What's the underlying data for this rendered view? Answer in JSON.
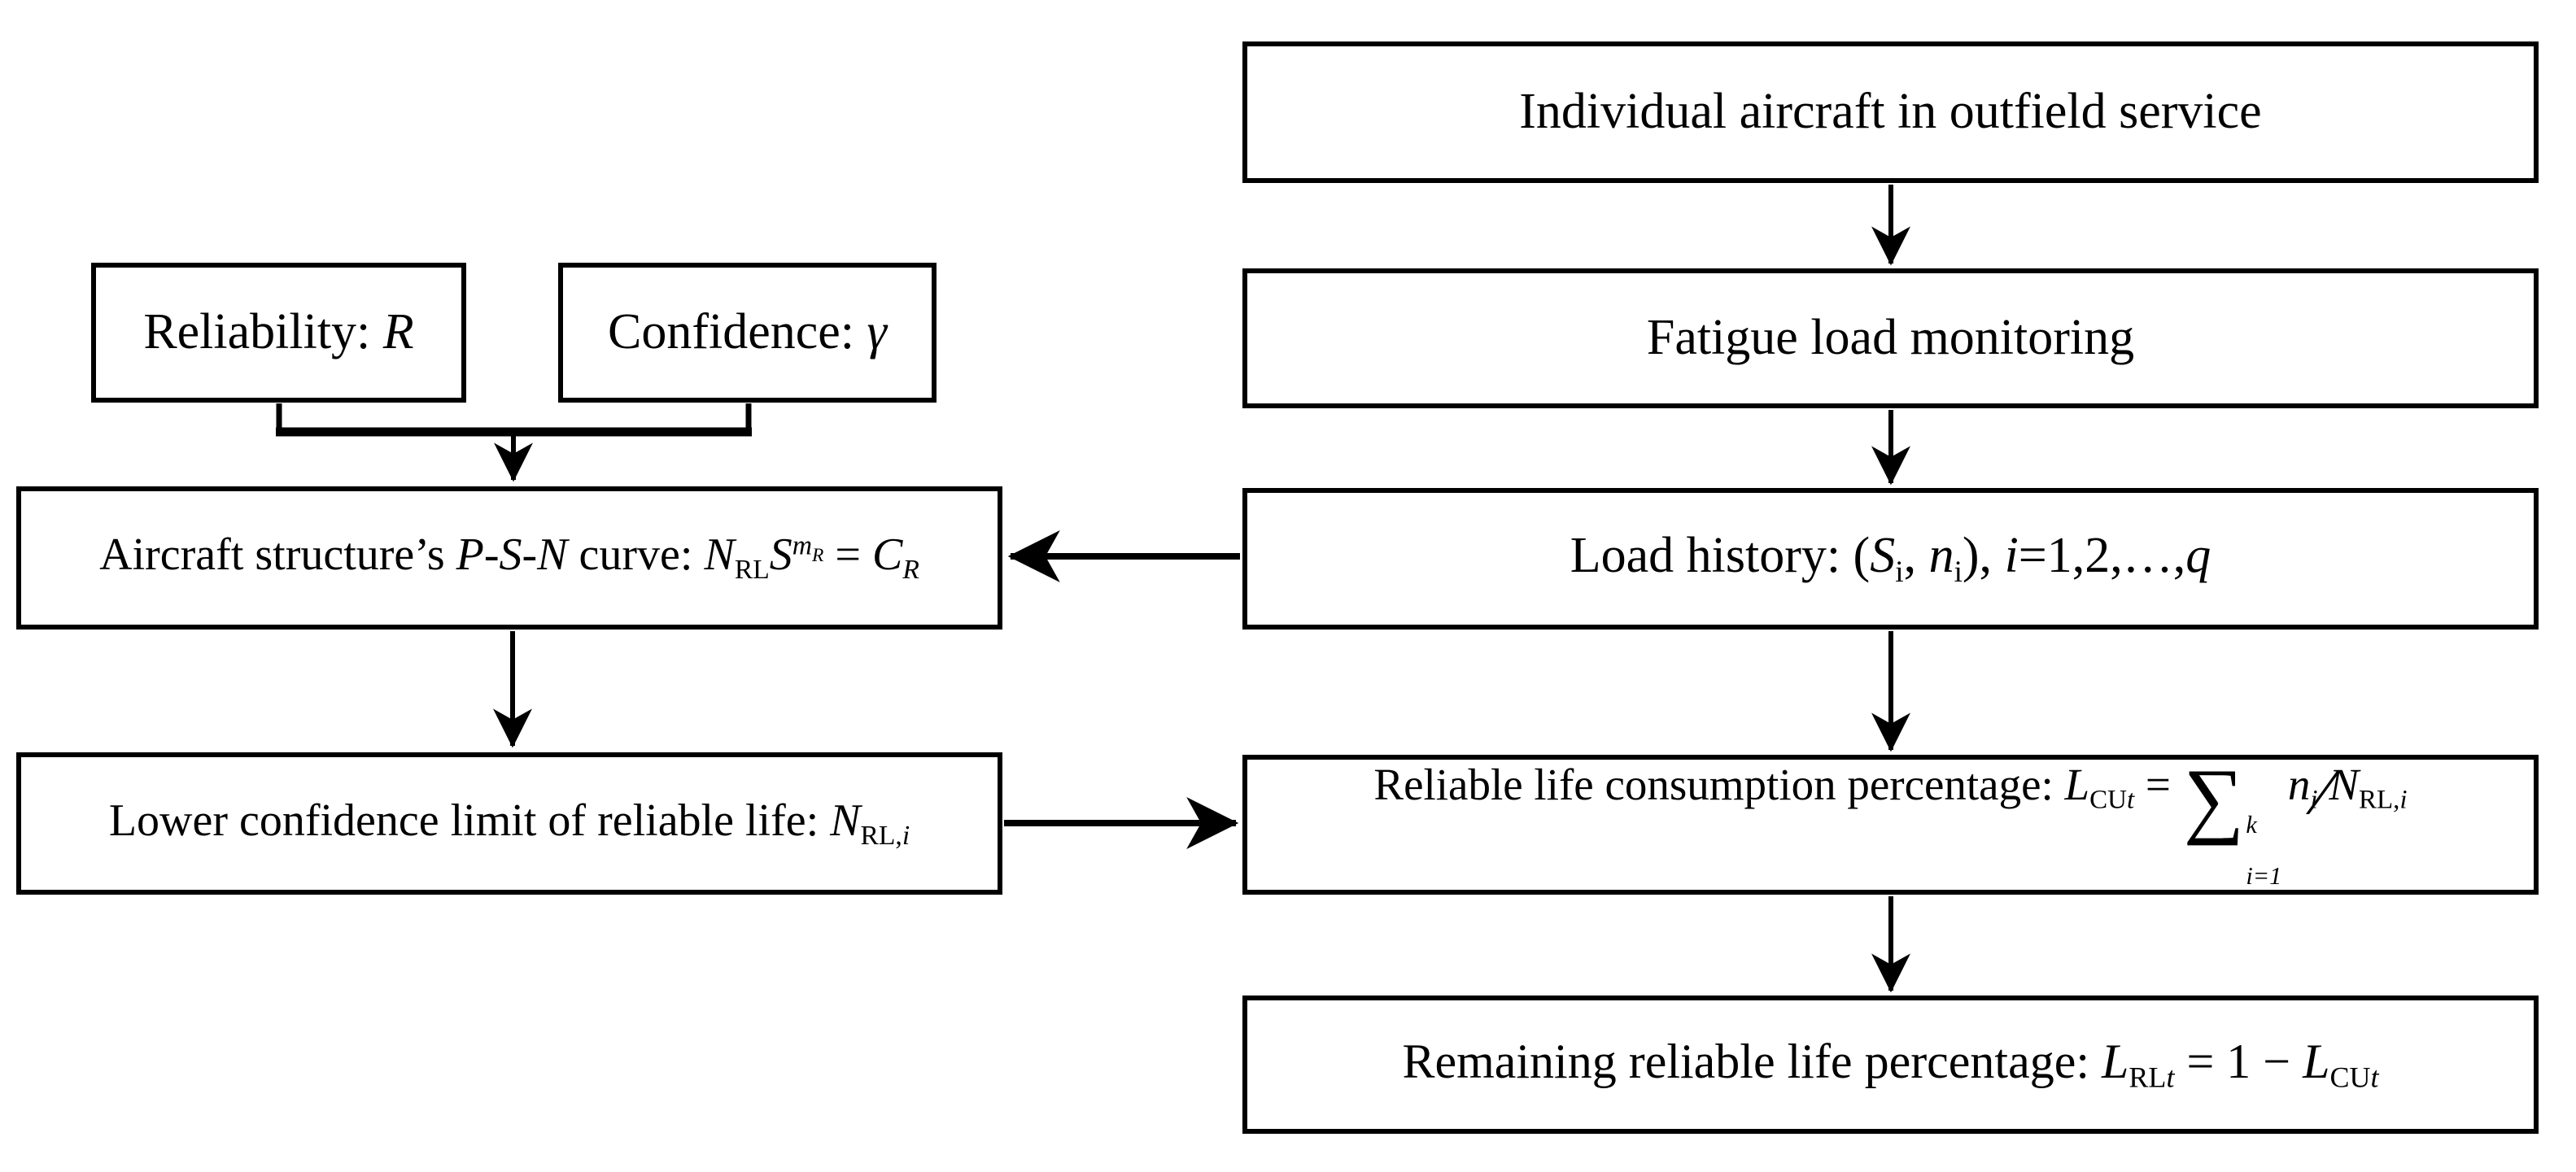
{
  "diagram": {
    "colors": {
      "background": "#ffffff",
      "line": "#000000",
      "text": "#000000"
    },
    "boxes": {
      "individual": {
        "segments": [
          {
            "t": "Individual aircraft in outfield service"
          }
        ]
      },
      "fatigue": {
        "segments": [
          {
            "t": "Fatigue load monitoring"
          }
        ]
      },
      "load_history": {
        "segments": [
          {
            "t": "Load history: ("
          },
          {
            "t": "S",
            "s": "it"
          },
          {
            "t": "i",
            "s": "sub"
          },
          {
            "t": ", "
          },
          {
            "t": "n",
            "s": "it"
          },
          {
            "t": "i",
            "s": "sub"
          },
          {
            "t": "), "
          },
          {
            "t": "i",
            "s": "it"
          },
          {
            "t": "=1,2,…,"
          },
          {
            "t": "q",
            "s": "it"
          }
        ]
      },
      "consumption": {
        "segments": [
          {
            "t": "Reliable life consumption percentage: "
          },
          {
            "t": "L",
            "s": "it"
          },
          {
            "t": "CU",
            "s": "sub"
          },
          {
            "t": "t",
            "s": "subit"
          },
          {
            "t": " = "
          },
          {
            "t": "∑",
            "s": "sigma"
          },
          {
            "s": "stack",
            "top": "k",
            "bot": "i=1"
          },
          {
            "t": "n",
            "s": "it"
          },
          {
            "t": "i",
            "s": "subit"
          },
          {
            "t": "∕",
            "s": "slash"
          },
          {
            "t": "N",
            "s": "it"
          },
          {
            "t": "RL,",
            "s": "sub"
          },
          {
            "t": "i",
            "s": "subit"
          }
        ]
      },
      "remaining": {
        "segments": [
          {
            "t": "Remaining reliable life percentage: "
          },
          {
            "t": "L",
            "s": "it"
          },
          {
            "t": "RL",
            "s": "sub"
          },
          {
            "t": "t",
            "s": "subit"
          },
          {
            "t": " = 1 − "
          },
          {
            "t": "L",
            "s": "it"
          },
          {
            "t": "CU",
            "s": "sub"
          },
          {
            "t": "t",
            "s": "subit"
          }
        ]
      },
      "reliability": {
        "segments": [
          {
            "t": "Reliability: "
          },
          {
            "t": "R",
            "s": "it"
          }
        ]
      },
      "confidence": {
        "segments": [
          {
            "t": "Confidence: "
          },
          {
            "t": "γ",
            "s": "it"
          }
        ]
      },
      "psn": {
        "segments": [
          {
            "t": "Aircraft structure’s "
          },
          {
            "t": "P",
            "s": "it"
          },
          {
            "t": "-"
          },
          {
            "t": "S",
            "s": "it"
          },
          {
            "t": "-"
          },
          {
            "t": "N",
            "s": "it"
          },
          {
            "t": " curve: "
          },
          {
            "t": "N",
            "s": "it"
          },
          {
            "t": "RL",
            "s": "sub"
          },
          {
            "t": "S",
            "s": "it"
          },
          {
            "t": "m",
            "s": "supit"
          },
          {
            "t": "R",
            "s": "supsubit"
          },
          {
            "t": " = "
          },
          {
            "t": "C",
            "s": "it"
          },
          {
            "t": "R",
            "s": "subit"
          }
        ]
      },
      "lower_limit": {
        "segments": [
          {
            "t": "Lower confidence limit of reliable life: "
          },
          {
            "t": "N",
            "s": "it"
          },
          {
            "t": "RL,",
            "s": "sub"
          },
          {
            "t": "i",
            "s": "subit"
          }
        ]
      }
    },
    "connections": [
      {
        "from": "individual",
        "to": "fatigue"
      },
      {
        "from": "fatigue",
        "to": "load_history"
      },
      {
        "from": "load_history",
        "to": "psn"
      },
      {
        "from": "reliability",
        "to": "psn"
      },
      {
        "from": "confidence",
        "to": "psn"
      },
      {
        "from": "psn",
        "to": "lower_limit"
      },
      {
        "from": "lower_limit",
        "to": "consumption"
      },
      {
        "from": "load_history",
        "to": "consumption"
      },
      {
        "from": "consumption",
        "to": "remaining"
      }
    ]
  }
}
